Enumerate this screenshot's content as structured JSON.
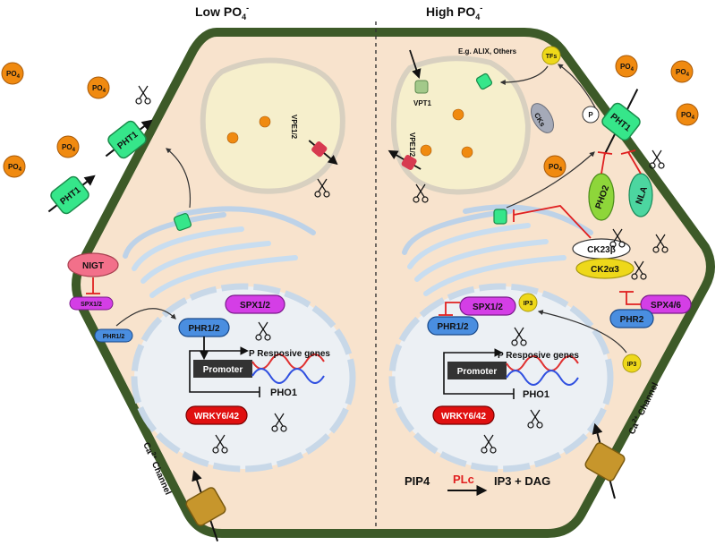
{
  "headers": {
    "left": "Low PO",
    "right": "High PO",
    "sub": "4",
    "sup": "-"
  },
  "po4": {
    "main": "PO",
    "sub": "4"
  },
  "labels": {
    "pht1": "PHT1",
    "vpet": "VPE1/2",
    "vpt1": "VPT1",
    "alix": "E.g. ALIX, Others",
    "tfs": "TFs",
    "cks": "CKs",
    "p": "P",
    "pho2": "PHO2",
    "nla": "NLA",
    "ck23b": "CK23β",
    "ck2a3": "CK2α3",
    "nigt": "NIGT",
    "spx12": "SPX1/2",
    "spx46": "SPX4/6",
    "phr12": "PHR1/2",
    "phr2": "PHR2",
    "ip3": "IP3",
    "promoter": "Promoter",
    "presp": "P Resposive genes",
    "pho1": "PHO1",
    "wrky": "WRKY6/42",
    "ca_main": "Ca",
    "ca_sup": "2+",
    "ca_rest": " Channel",
    "pip4": "PIP4",
    "plc": "PLc",
    "ip3dag": "IP3 + DAG"
  },
  "colors": {
    "cell_wall": "#3d5a28",
    "cytoplasm": "#f8e3cd",
    "po4": "#f08a10",
    "pht1": "#36e68a",
    "nigt": "#f2708a",
    "spx": "#d43ee6",
    "phr": "#4a8ee0",
    "wrky": "#e01010",
    "ck": "#eed81a",
    "pho2": "#8ed63a",
    "nla": "#4cd6a0",
    "ca_channel": "#c7962c",
    "vpe": "#d73a50",
    "vpt": "#a3c98a",
    "cks": "#a5aab8",
    "inhibit": "#e02020",
    "plc": "#e02020"
  }
}
